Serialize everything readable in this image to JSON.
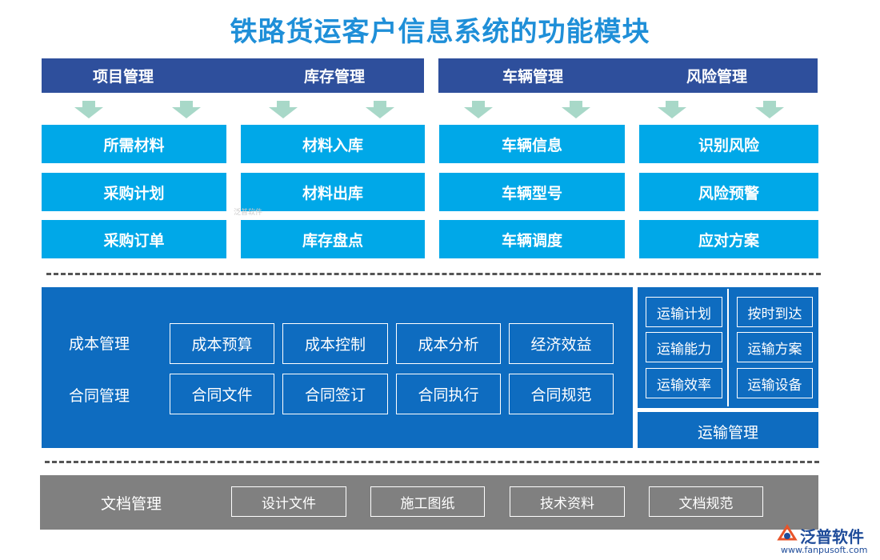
{
  "title": "铁路货运客户信息系统的功能模块",
  "top_headers": [
    {
      "label": "项目管理"
    },
    {
      "label": "库存管理"
    },
    {
      "label": "车辆管理"
    },
    {
      "label": "风险管理"
    }
  ],
  "columns": [
    {
      "items": [
        "所需材料",
        "采购计划",
        "采购订单"
      ]
    },
    {
      "items": [
        "材料入库",
        "材料出库",
        "库存盘点"
      ]
    },
    {
      "items": [
        "车辆信息",
        "车辆型号",
        "车辆调度"
      ]
    },
    {
      "items": [
        "识别风险",
        "风险预警",
        "应对方案"
      ]
    }
  ],
  "middle": {
    "rows": [
      {
        "label": "成本管理",
        "items": [
          "成本预算",
          "成本控制",
          "成本分析",
          "经济效益"
        ]
      },
      {
        "label": "合同管理",
        "items": [
          "合同文件",
          "合同签订",
          "合同执行",
          "合同规范"
        ]
      }
    ]
  },
  "transport": {
    "title": "运输管理",
    "items": [
      "运输计划",
      "按时到达",
      "运输能力",
      "运输方案",
      "运输效率",
      "运输设备"
    ]
  },
  "documents": {
    "label": "文档管理",
    "items": [
      "设计文件",
      "施工图纸",
      "技术资料",
      "文档规范"
    ]
  },
  "watermark": "泛普软件",
  "logo": {
    "name": "泛普软件",
    "url": "www.fanpusoft.com"
  }
}
